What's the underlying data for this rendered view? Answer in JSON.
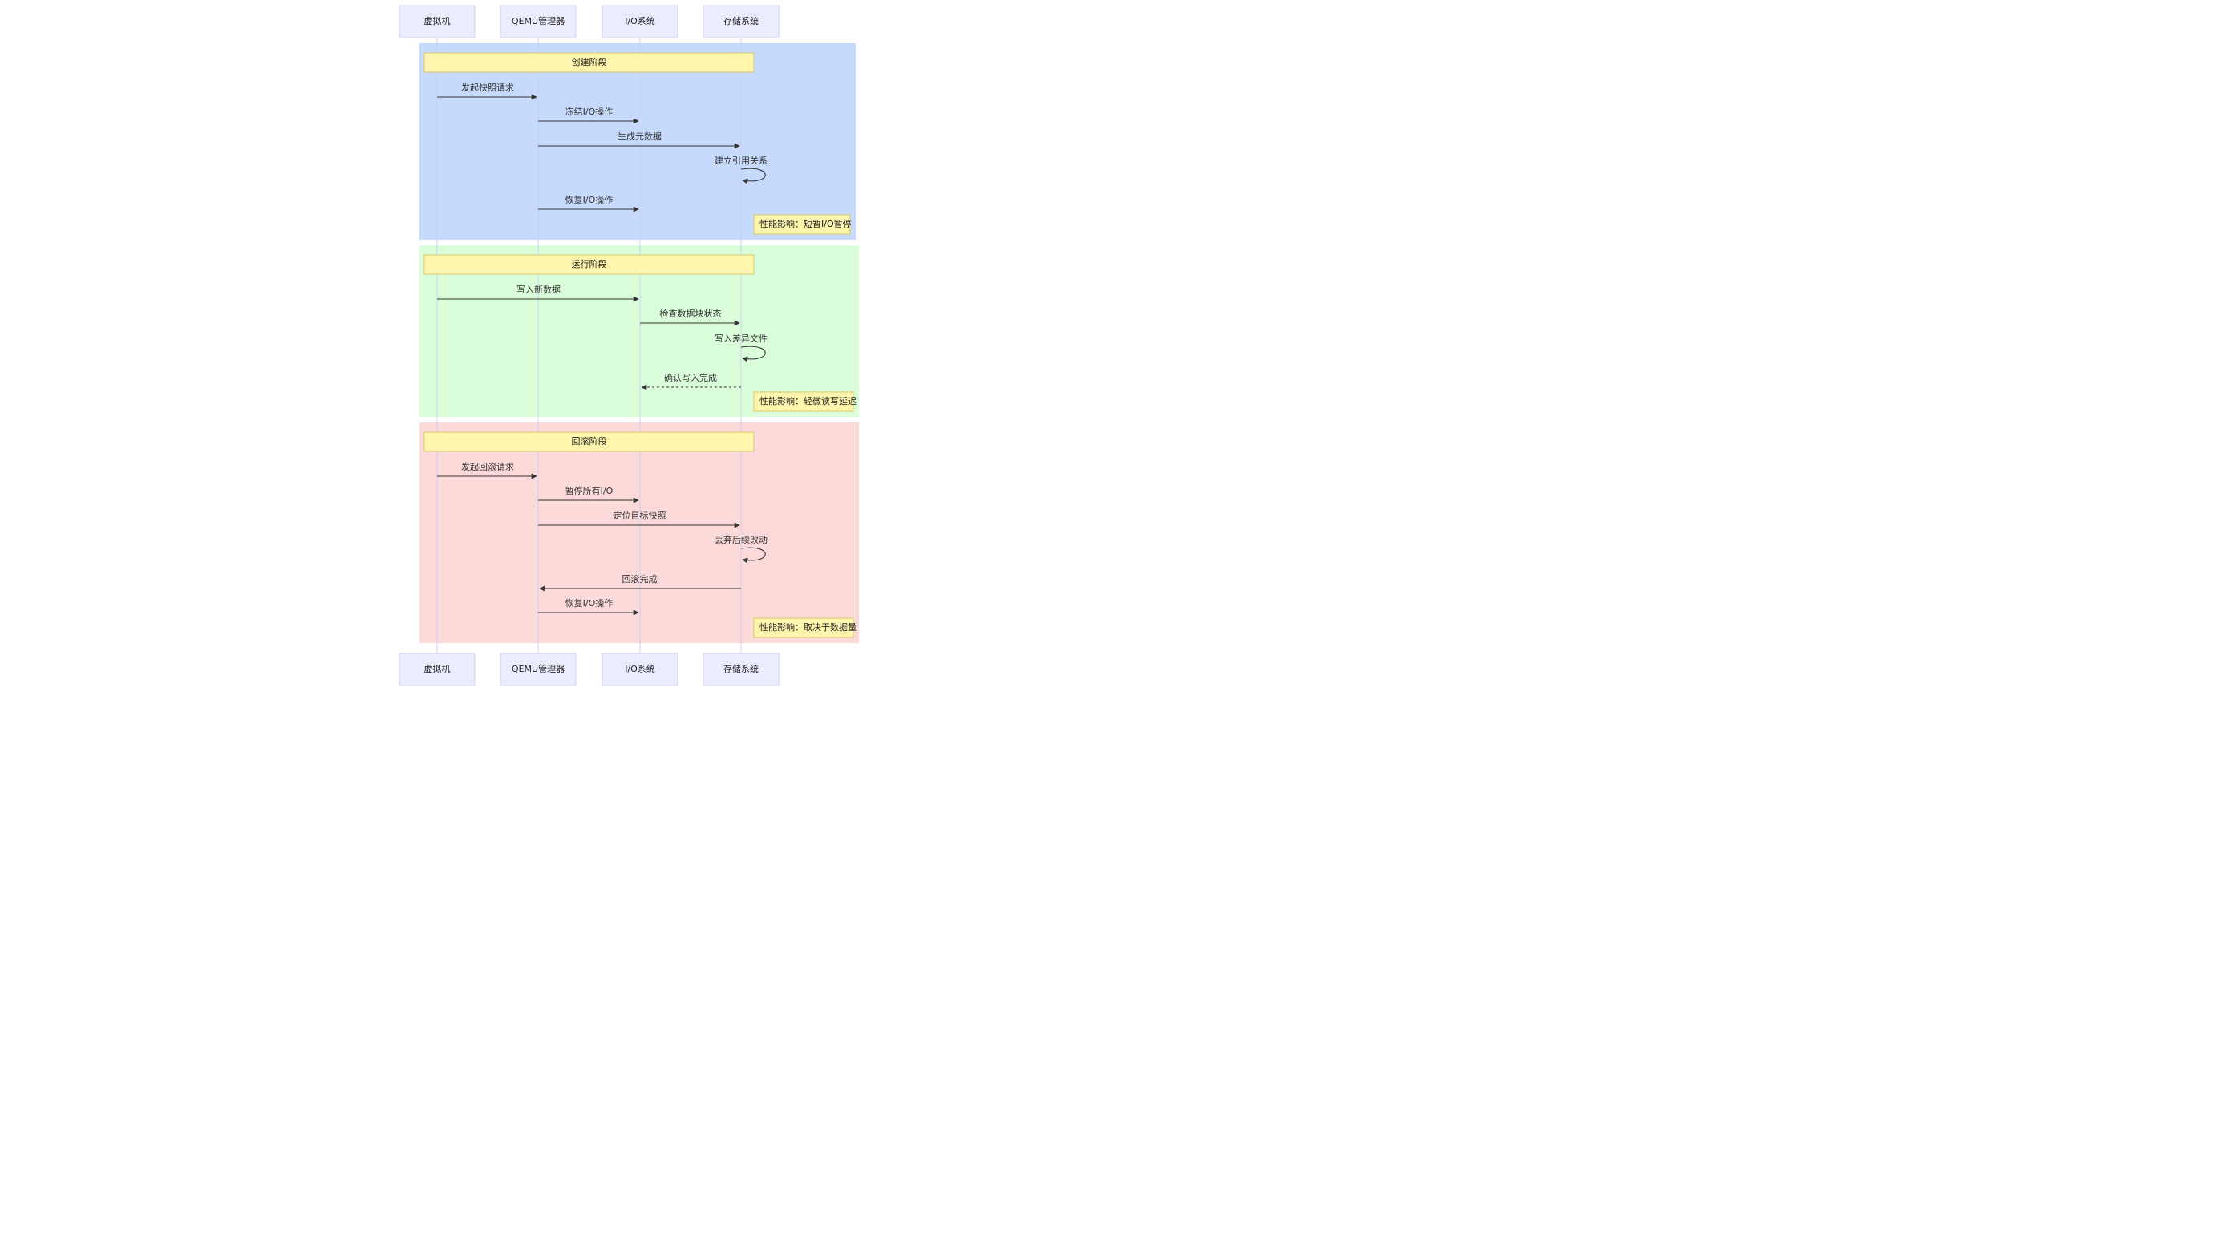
{
  "participants": [
    {
      "id": "vm",
      "label": "虚拟机"
    },
    {
      "id": "qemu",
      "label": "QEMU管理器"
    },
    {
      "id": "io",
      "label": "I/O系统"
    },
    {
      "id": "storage",
      "label": "存储系统"
    }
  ],
  "phases": [
    {
      "name": "创建阶段",
      "color": "#C6DAFD",
      "messages": [
        {
          "from": "vm",
          "to": "qemu",
          "label": "发起快照请求",
          "style": "solid"
        },
        {
          "from": "qemu",
          "to": "io",
          "label": "冻结I/O操作",
          "style": "solid"
        },
        {
          "from": "qemu",
          "to": "storage",
          "label": "生成元数据",
          "style": "solid"
        },
        {
          "from": "storage",
          "to": "storage",
          "label": "建立引用关系",
          "style": "solid"
        },
        {
          "from": "qemu",
          "to": "io",
          "label": "恢复I/O操作",
          "style": "solid"
        }
      ],
      "note": "性能影响：短暂I/O暂停"
    },
    {
      "name": "运行阶段",
      "color": "#DAFDDA",
      "messages": [
        {
          "from": "vm",
          "to": "io",
          "label": "写入新数据",
          "style": "solid"
        },
        {
          "from": "io",
          "to": "storage",
          "label": "检查数据块状态",
          "style": "solid"
        },
        {
          "from": "storage",
          "to": "storage",
          "label": "写入差异文件",
          "style": "solid"
        },
        {
          "from": "storage",
          "to": "io",
          "label": "确认写入完成",
          "style": "dashed"
        }
      ],
      "note": "性能影响：轻微读写延迟"
    },
    {
      "name": "回滚阶段",
      "color": "#FDDADA",
      "messages": [
        {
          "from": "vm",
          "to": "qemu",
          "label": "发起回滚请求",
          "style": "solid"
        },
        {
          "from": "qemu",
          "to": "io",
          "label": "暂停所有I/O",
          "style": "solid"
        },
        {
          "from": "qemu",
          "to": "storage",
          "label": "定位目标快照",
          "style": "solid"
        },
        {
          "from": "storage",
          "to": "storage",
          "label": "丢弃后续改动",
          "style": "solid"
        },
        {
          "from": "storage",
          "to": "qemu",
          "label": "回滚完成",
          "style": "solid"
        },
        {
          "from": "qemu",
          "to": "io",
          "label": "恢复I/O操作",
          "style": "solid"
        }
      ],
      "note": "性能影响：取决于数据量"
    }
  ]
}
